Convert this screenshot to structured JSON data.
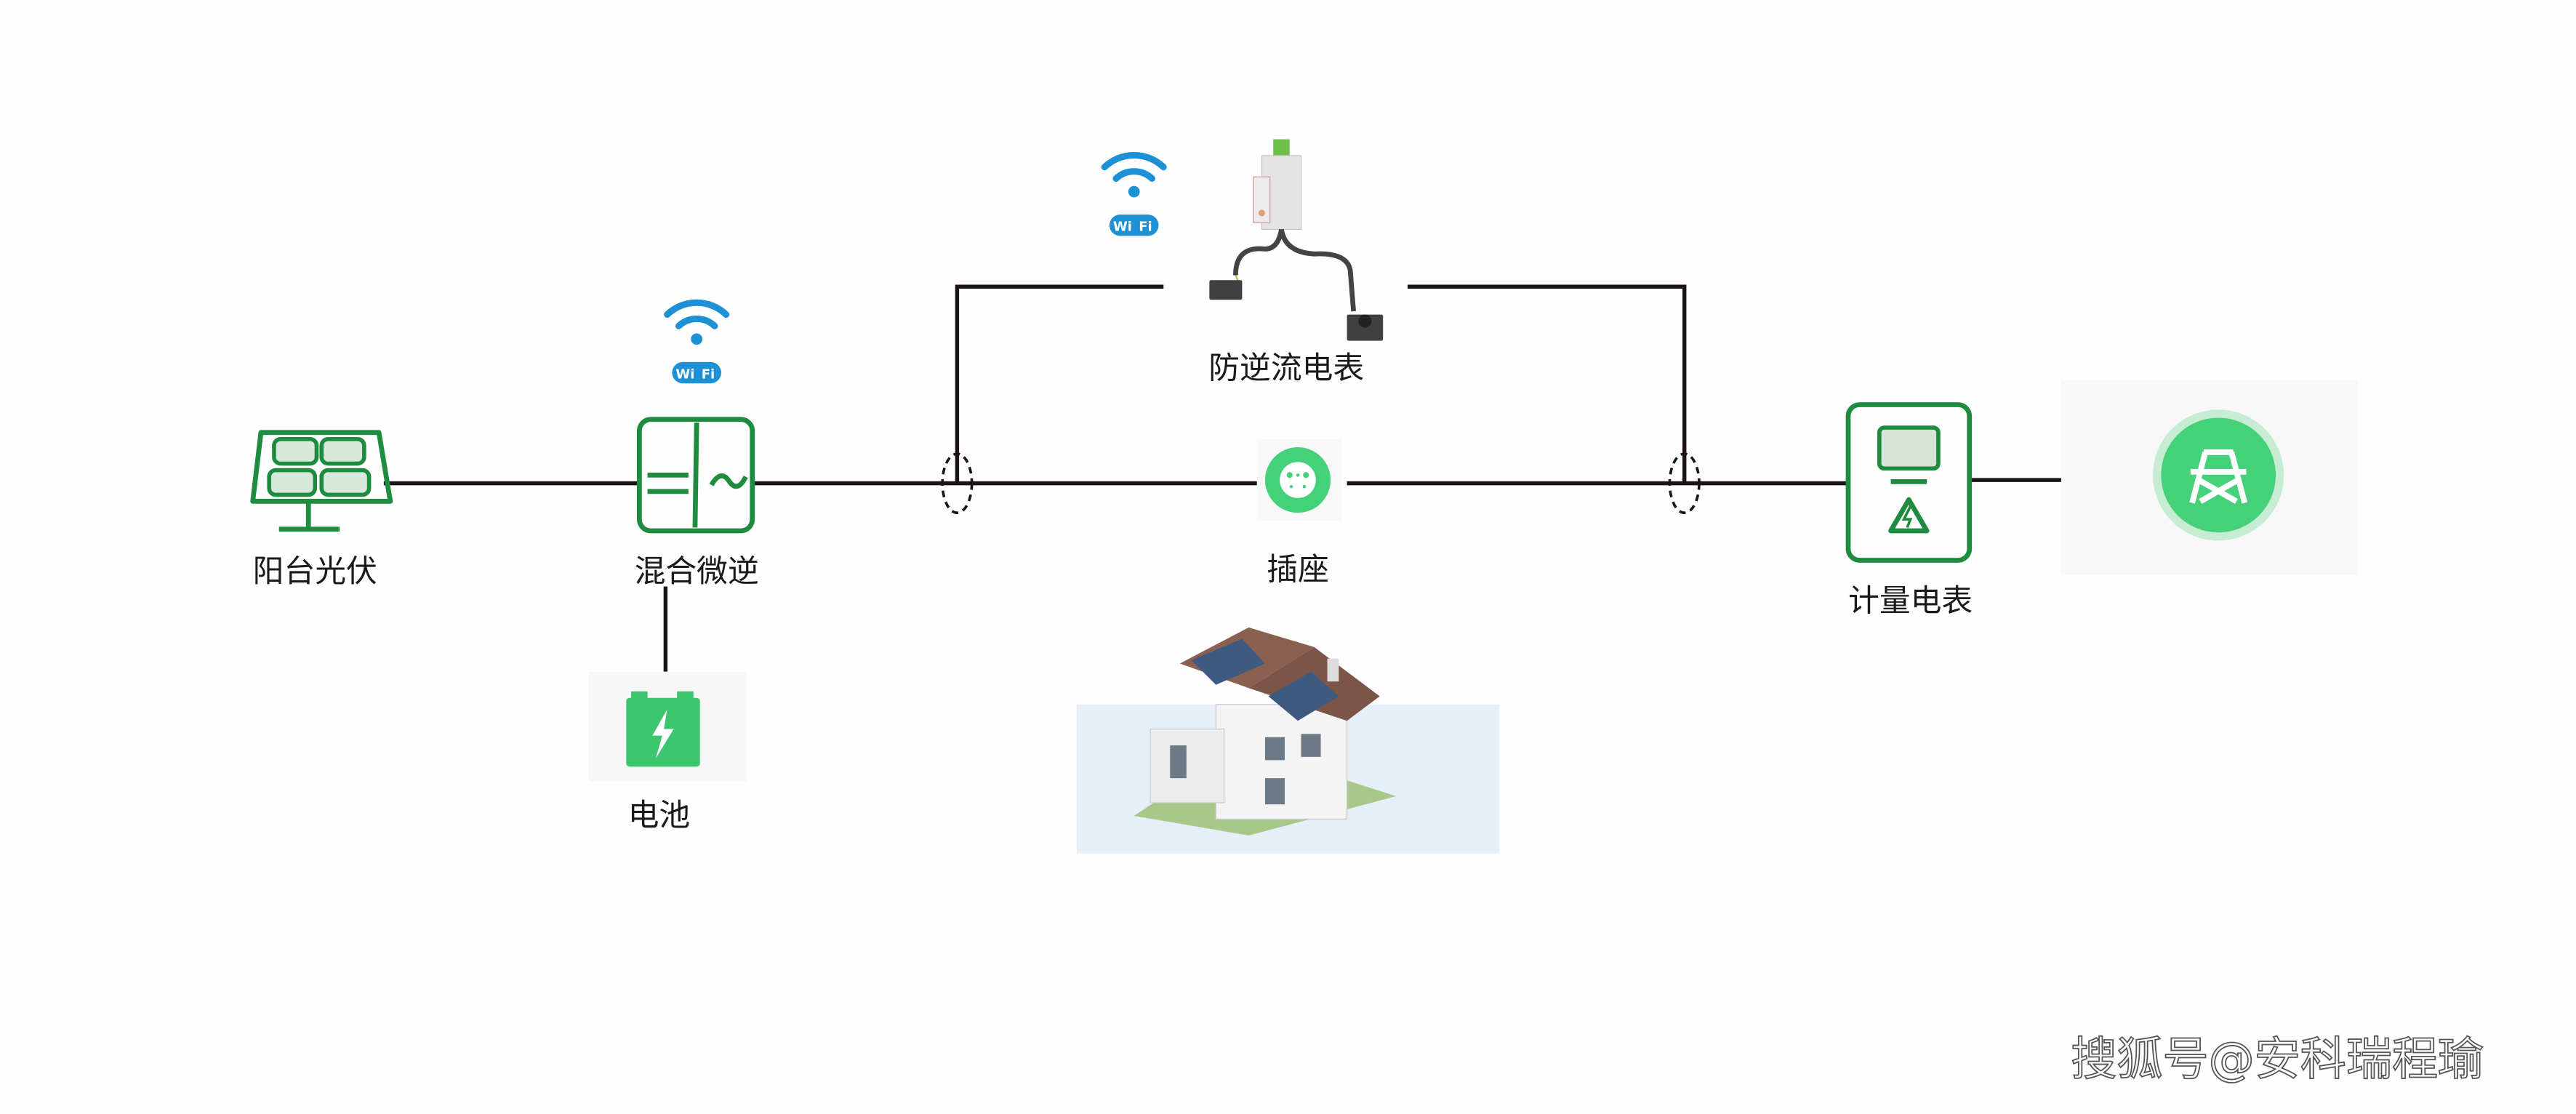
{
  "nodes": {
    "solar": {
      "label": "阳台光伏",
      "icon": "solar-panel-icon"
    },
    "inverter": {
      "label": "混合微逆",
      "icon": "hybrid-microinverter-icon"
    },
    "battery": {
      "label": "电池",
      "icon": "battery-icon"
    },
    "anti_backflow_meter": {
      "label": "防逆流电表",
      "icon": "anti-backflow-meter-image"
    },
    "socket": {
      "label": "插座",
      "icon": "socket-icon"
    },
    "meter": {
      "label": "计量电表",
      "icon": "energy-meter-icon"
    },
    "grid": {
      "icon": "power-grid-tower-icon"
    }
  },
  "wifi": {
    "wi": "Wi",
    "fi": "Fi"
  },
  "watermark": "搜狐号@安科瑞程瑜",
  "colors": {
    "green_stroke": "#1e8c3e",
    "green_fill": "#3cc46e",
    "wifi_blue": "#1e90d6",
    "wire": "#1c1414"
  }
}
